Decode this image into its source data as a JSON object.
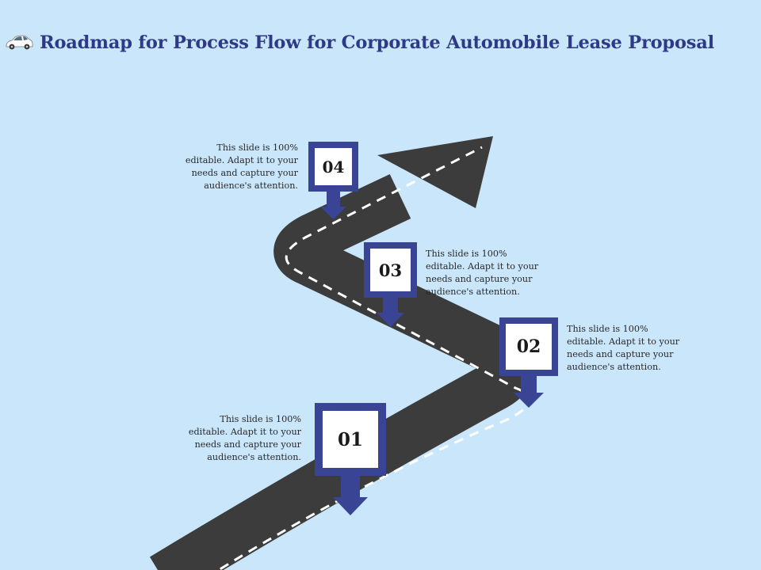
{
  "slide": {
    "title": "Roadmap for Process Flow for Corporate Automobile Lease Proposal",
    "title_icon": "car-icon",
    "colors": {
      "background": "#c9e6fb",
      "title": "#2e3a87",
      "marker": "#3a4494",
      "road": "#3c3c3c",
      "road_dash": "#ffffff"
    }
  },
  "steps": [
    {
      "number": "01",
      "text_lines": [
        "This slide is 100%",
        "editable.  Adapt  it to your",
        "needs  and  capture  your",
        "audience's  attention."
      ]
    },
    {
      "number": "02",
      "text_lines": [
        "This slide is 100%",
        "editable.  Adapt  it to your",
        "needs  and  capture  your",
        "audience's  attention."
      ]
    },
    {
      "number": "03",
      "text_lines": [
        "This slide is 100%",
        "editable.  Adapt  it to your",
        "needs  and  capture  your",
        "audience's  attention."
      ]
    },
    {
      "number": "04",
      "text_lines": [
        "This slide is 100%",
        "editable.  Adapt  it to your",
        "needs  and  capture  your",
        "audience's  attention."
      ]
    }
  ]
}
